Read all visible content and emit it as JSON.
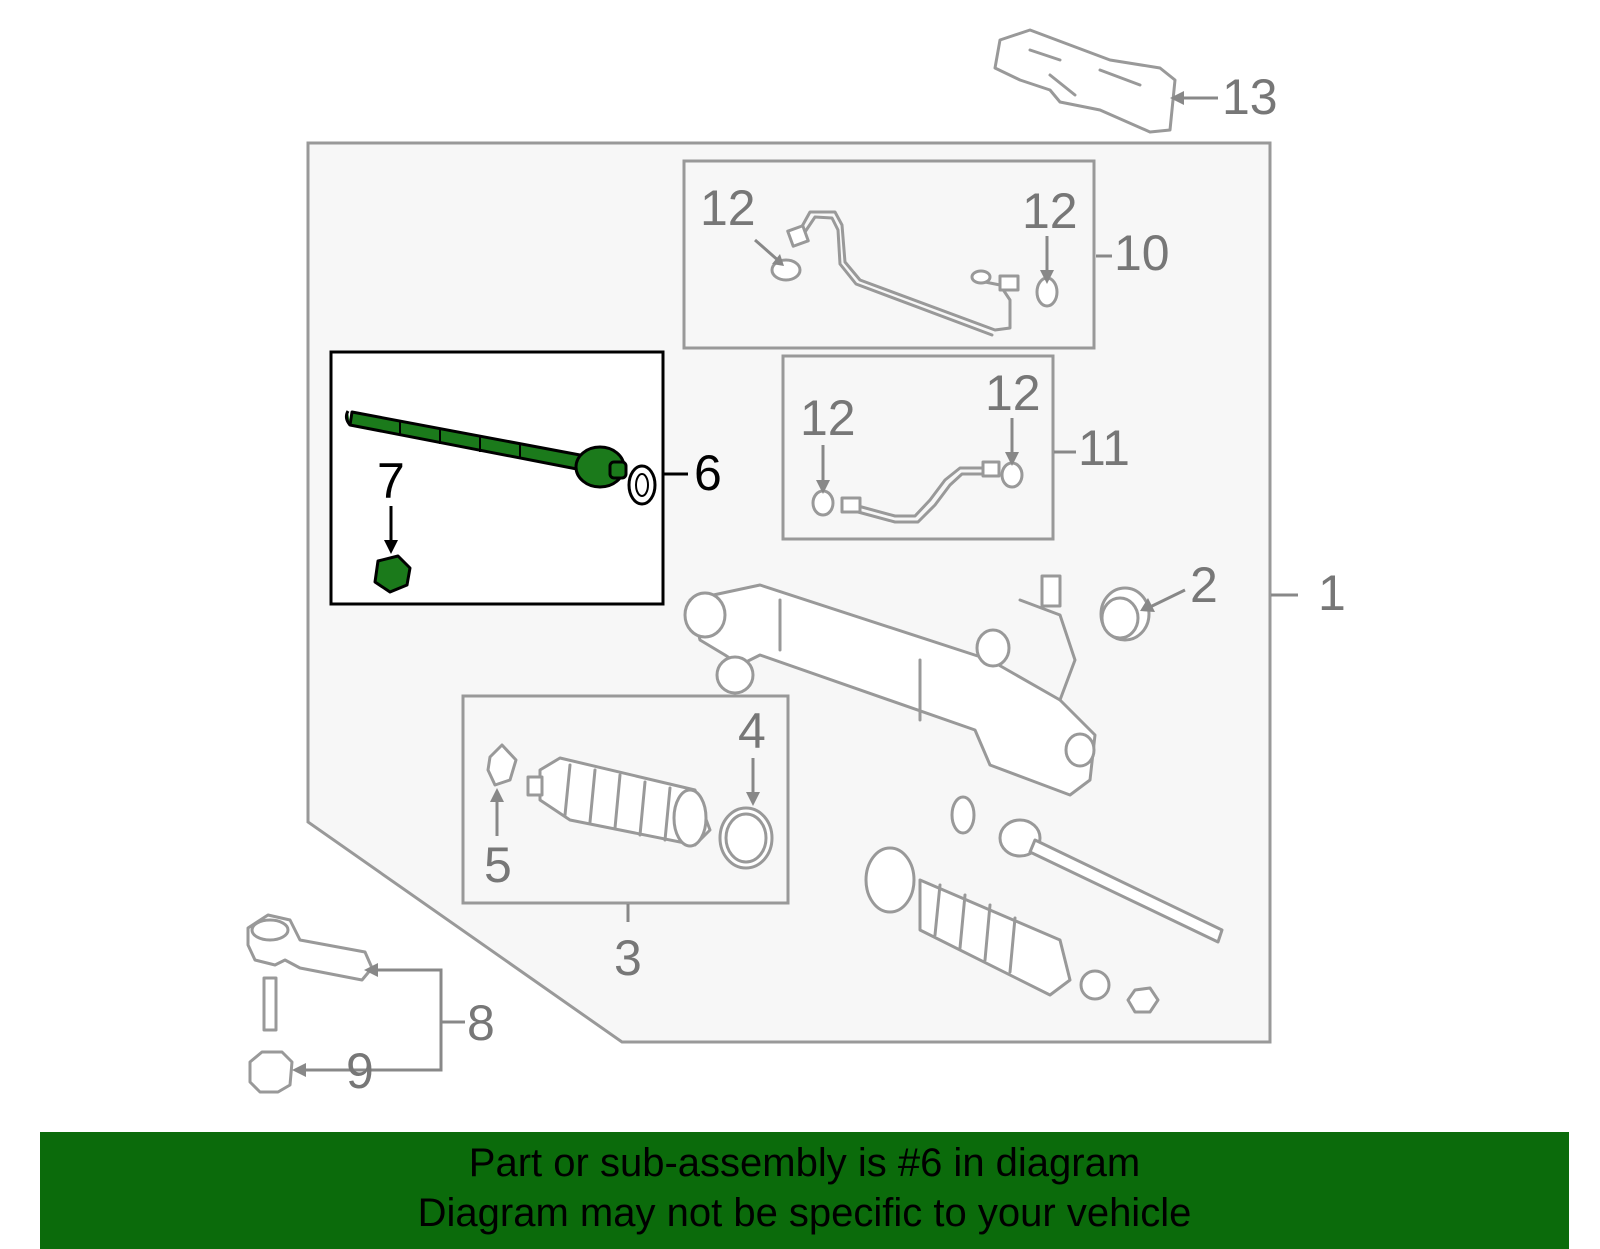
{
  "diagram": {
    "callouts": {
      "c1": "1",
      "c2": "2",
      "c3": "3",
      "c4": "4",
      "c5": "5",
      "c6": "6",
      "c7": "7",
      "c8": "8",
      "c9": "9",
      "c10": "10",
      "c11": "11",
      "c12a": "12",
      "c12b": "12",
      "c12c": "12",
      "c12d": "12",
      "c13": "13"
    },
    "highlighted_part": "6"
  },
  "banner": {
    "line1": "Part or sub-assembly is #6 in diagram",
    "line2": "Diagram may not be specific to your vehicle"
  },
  "colors": {
    "highlight": "#1b7a1b",
    "banner": "#0b6b0b",
    "panel": "#f7f7f7",
    "outline": "#999999"
  }
}
